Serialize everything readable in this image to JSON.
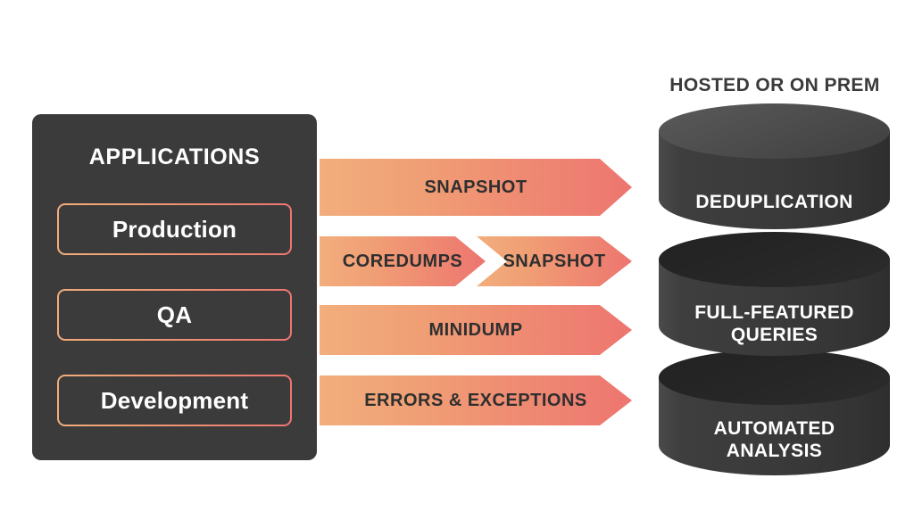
{
  "diagram": {
    "applications_panel": {
      "title": "APPLICATIONS",
      "items": [
        {
          "label": "Production"
        },
        {
          "label": "QA"
        },
        {
          "label": "Development"
        }
      ]
    },
    "flows": [
      {
        "segments": [
          {
            "label": "SNAPSHOT"
          }
        ]
      },
      {
        "segments": [
          {
            "label": "COREDUMPS"
          },
          {
            "label": "SNAPSHOT"
          }
        ]
      },
      {
        "segments": [
          {
            "label": "MINIDUMP"
          }
        ]
      },
      {
        "segments": [
          {
            "label": "ERRORS & EXCEPTIONS"
          }
        ]
      }
    ],
    "storage": {
      "header": "HOSTED OR ON PREM",
      "cylinders": [
        {
          "label": "DEDUPLICATION"
        },
        {
          "label": "FULL-FEATURED\nQUERIES"
        },
        {
          "label": "AUTOMATED\nANALYSIS"
        }
      ]
    },
    "colors": {
      "panel_dark": "#3b3b3b",
      "arrow_gradient_start": "#f2ae7d",
      "arrow_gradient_end": "#ed7570",
      "cylinder_dark": "#3a3a3a",
      "text_light": "#ffffff",
      "text_dark": "#2f2f2f",
      "background": "#ffffff"
    }
  }
}
